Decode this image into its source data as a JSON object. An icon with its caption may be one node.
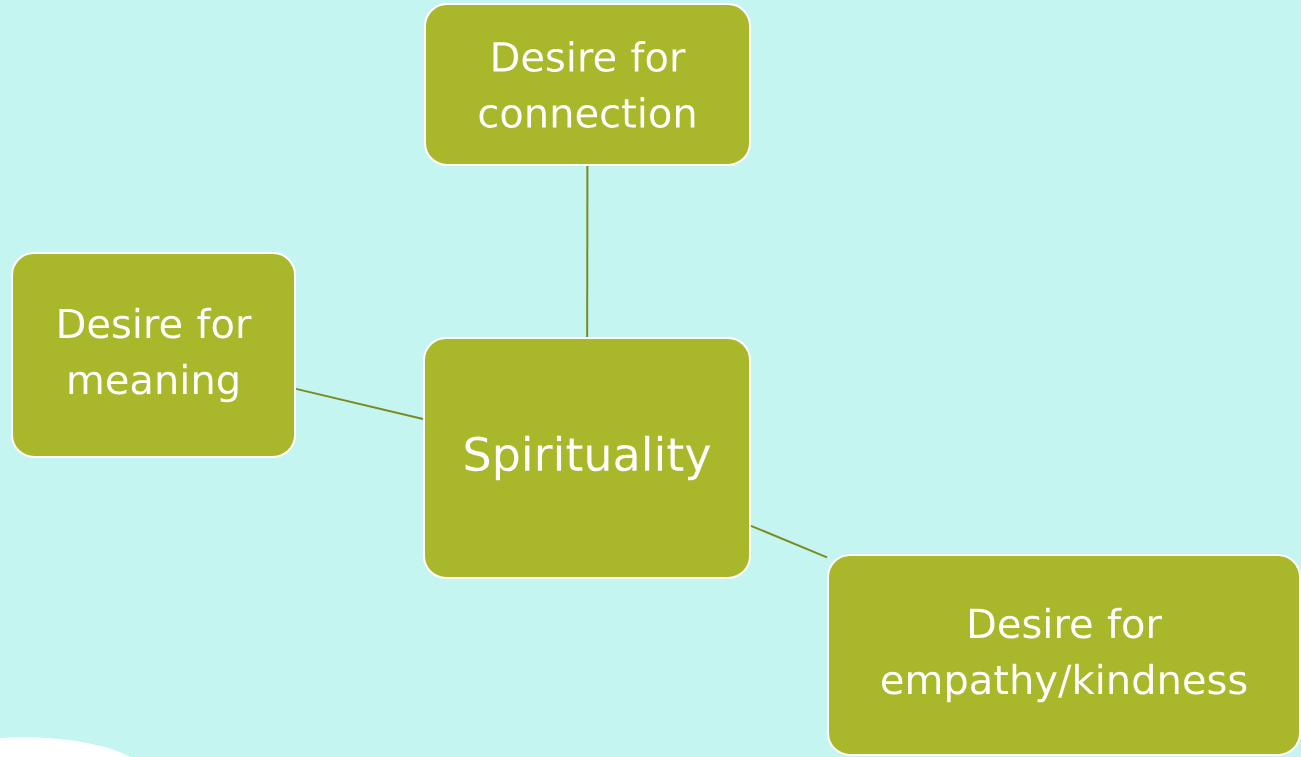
{
  "diagram": {
    "nodes": [
      {
        "text": [
          "Desire for connection"
        ]
      },
      {
        "text": [
          "Desire for meaning"
        ]
      },
      {
        "text": [
          "Spirituality"
        ]
      },
      {
        "text": [
          "Desire for empathy/kindness"
        ]
      }
    ],
    "edges": [
      {
        "from": 2,
        "to": 0,
        "arrow": "none"
      },
      {
        "from": 1,
        "to": 2,
        "arrow": "none"
      },
      {
        "from": 2,
        "to": 3,
        "arrow": "none"
      }
    ]
  }
}
